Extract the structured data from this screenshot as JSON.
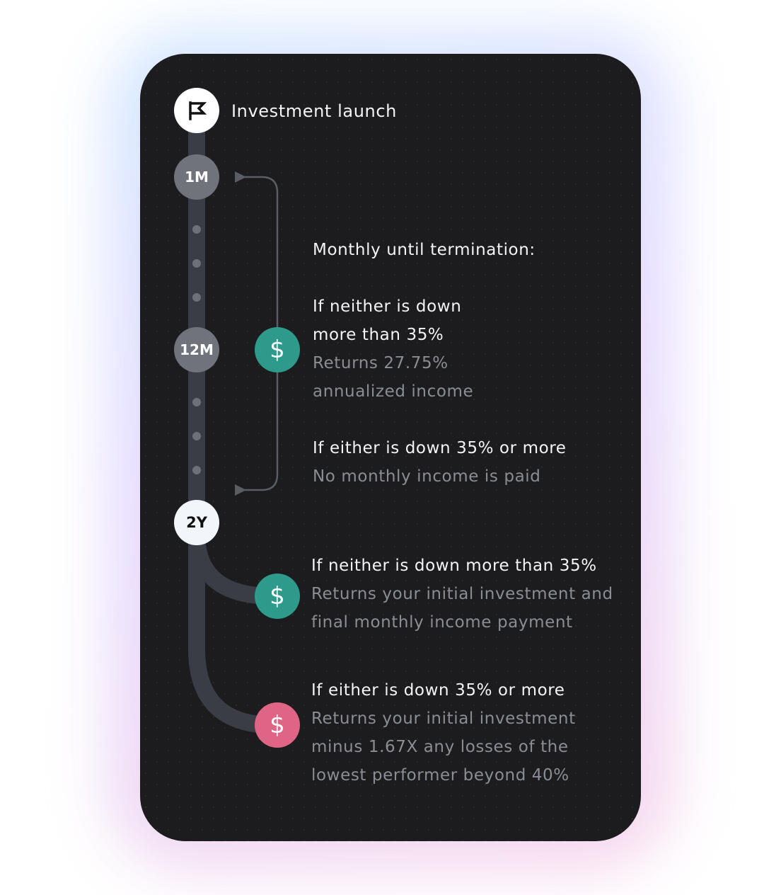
{
  "timeline": {
    "start": {
      "icon": "flag-icon",
      "label": "Investment launch"
    },
    "markers": {
      "month_1": "1M",
      "month_12": "12M",
      "year_2": "2Y"
    }
  },
  "monthly_section": {
    "heading": "Monthly until termination:",
    "condition_1_line_1": "If neither is down",
    "condition_1_line_2": "more than 35%",
    "result_1_line_1": "Returns 27.75%",
    "result_1_line_2": "annualized income",
    "condition_2": "If either is down 35% or more",
    "result_2": "No monthly income is paid",
    "coin_symbol": "$"
  },
  "outcomes": [
    {
      "condition": "If neither is down more than 35%",
      "result_lines": [
        "Returns your initial investment and",
        "final monthly income payment"
      ],
      "coin_symbol": "$"
    },
    {
      "condition": "If either is down 35% or more",
      "result_lines": [
        "Returns your initial investment",
        "minus 1.67X any losses of the",
        "lowest performer beyond 40%"
      ],
      "coin_symbol": "$"
    }
  ],
  "colors": {
    "card_background": "#1c1c1e",
    "track": "#3a3d45",
    "positive": "#2e9a8b",
    "negative": "#e06483",
    "primary_text": "#f4f4f6",
    "secondary_text": "#8a8d94"
  }
}
